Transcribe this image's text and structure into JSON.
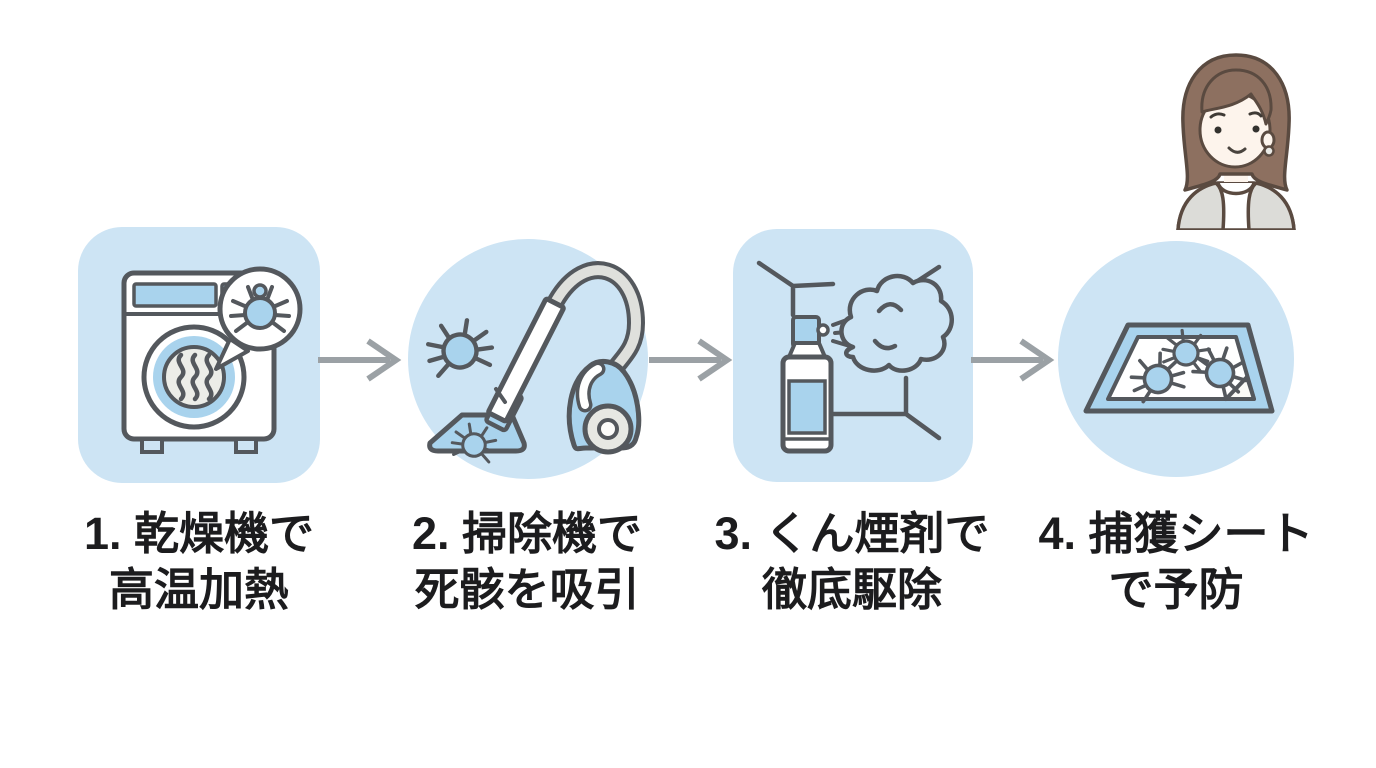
{
  "palette": {
    "background": "#ffffff",
    "panel_blue": "#cde4f4",
    "accent_blue": "#a9d3ed",
    "outline_gray": "#54585d",
    "arrow_gray": "#9ba1a5",
    "text_color": "#1c1c1e",
    "hair_brown": "#8d7060",
    "skin_tone": "#fdf4ec",
    "cardigan_gray": "#dcdcd8"
  },
  "persona": {
    "icon": "woman-illustration"
  },
  "connectors": {
    "icon": "right-arrow-icon",
    "count": 3
  },
  "steps": [
    {
      "panel_shape": "rounded-square",
      "icon": "dryer-heat-icon",
      "label_line1": "1. 乾燥機で",
      "label_line2": "高温加熱"
    },
    {
      "panel_shape": "circle",
      "icon": "vacuum-cleaner-icon",
      "label_line1": "2. 掃除機で",
      "label_line2": "死骸を吸引"
    },
    {
      "panel_shape": "rounded-square",
      "icon": "fumigant-spray-icon",
      "label_line1": "3. くん煙剤で",
      "label_line2": "徹底駆除"
    },
    {
      "panel_shape": "circle",
      "icon": "mite-capture-sheet-icon",
      "label_line1": "4. 捕獲シート",
      "label_line2": "で予防"
    }
  ]
}
